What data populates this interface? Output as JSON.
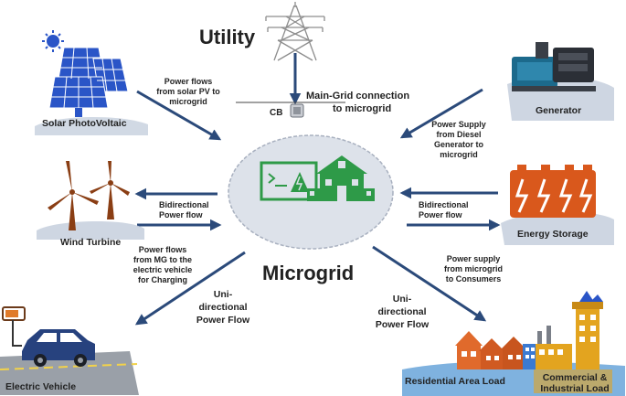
{
  "colors": {
    "arrow": "#2b4a7a",
    "center": "#dde2ea",
    "pv": "#2a55c7",
    "green": "#2e9a48",
    "ground": "#c6cfdd",
    "generator": "#1c6a8c",
    "storage": "#d9581c",
    "car": "#27427e",
    "commercial": "#e3a41f",
    "residential": "#e06a2c"
  },
  "utility": {
    "title": "Utility",
    "connection_line1": "Main-Grid connection",
    "connection_line2": "to microgrid",
    "cb": "CB",
    "icon": "transmission-tower-icon"
  },
  "center": {
    "title": "Microgrid",
    "icon": "microgrid-control-building-icon"
  },
  "solar": {
    "name": "Solar PhotoVoltaic",
    "flow_lines": [
      "Power flows",
      "from solar PV to",
      "microgrid"
    ],
    "icon": "solar-panel-icon"
  },
  "generator": {
    "name": "Generator",
    "flow_lines": [
      "Power Supply",
      "from Diesel",
      "Generator to",
      "microgrid"
    ],
    "icon": "diesel-generator-icon"
  },
  "wind": {
    "name": "Wind Turbine",
    "flow_lines": [
      "Bidirectional",
      "Power flow"
    ],
    "icon": "wind-turbine-icon"
  },
  "storage": {
    "name": "Energy Storage",
    "flow_lines": [
      "Bidirectional",
      "Power flow"
    ],
    "icon": "battery-storage-icon"
  },
  "ev": {
    "name": "Electric Vehicle",
    "flow_lines": [
      "Power flows",
      "from MG to the",
      "electric vehicle",
      "for Charging"
    ],
    "uni_lines": [
      "Uni-",
      "directional",
      "Power Flow"
    ],
    "icon": "electric-car-icon"
  },
  "consumers": {
    "flow_lines": [
      "Power supply",
      "from microgrid",
      "to Consumers"
    ],
    "uni_lines": [
      "Uni-",
      "directional",
      "Power Flow"
    ],
    "residential": "Residential Area Load",
    "commercial_line1": "Commercial &",
    "commercial_line2": "Industrial Load",
    "icon": "city-buildings-icon"
  }
}
